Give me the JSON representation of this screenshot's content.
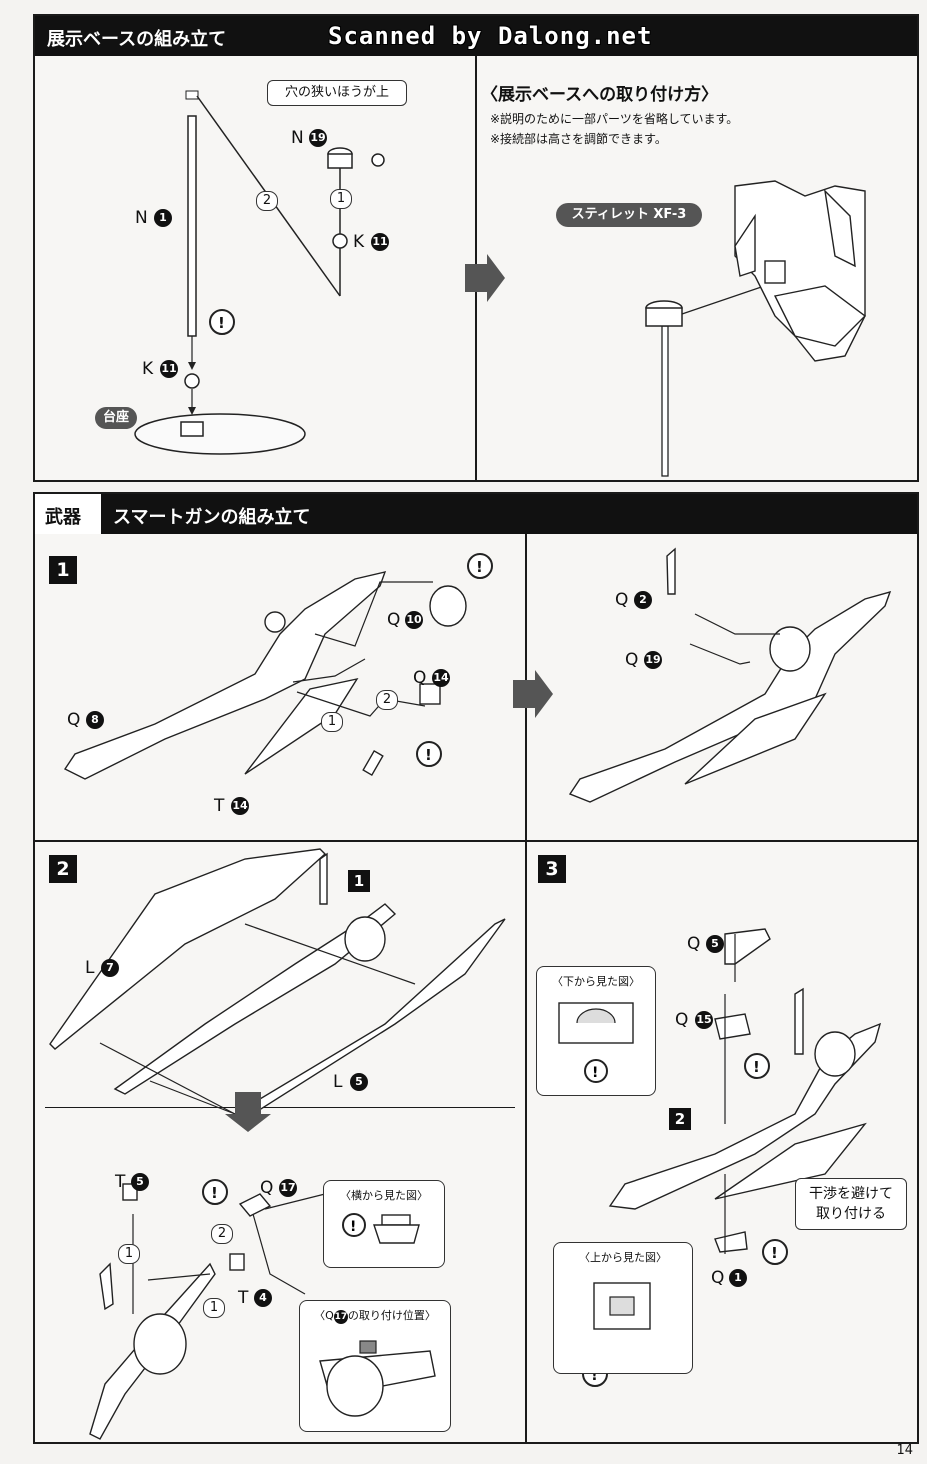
{
  "watermark": "Scanned by Dalong.net",
  "stand_section": {
    "header": "展示ベースの組み立て",
    "label_narrow_up": "穴の狭いほうが上",
    "part_n19_letter": "N",
    "part_n19_num": "19",
    "part_n1_letter": "N",
    "part_n1_num": "1",
    "part_k11_letter": "K",
    "part_k11_num": "11",
    "part_k11b_letter": "K",
    "part_k11b_num": "11",
    "step_2": "2",
    "step_1": "1",
    "base_label": "台座",
    "attach_title": "〈展示ベースへの取り付け方〉",
    "note_1": "※説明のために一部パーツを省略しています。",
    "note_2": "※接続部は高さを調節できます。",
    "character_label": "スティレット XF-3"
  },
  "weapon_section": {
    "tag": "武器",
    "header": "スマートガンの組み立て",
    "step1": {
      "badge": "1",
      "q10_letter": "Q",
      "q10_num": "10",
      "q14_letter": "Q",
      "q14_num": "14",
      "q8_letter": "Q",
      "q8_num": "8",
      "t14_letter": "T",
      "t14_num": "14",
      "seq_1": "1",
      "seq_2": "2",
      "q2_letter": "Q",
      "q2_num": "2",
      "q19_letter": "Q",
      "q19_num": "19"
    },
    "step2": {
      "badge": "2",
      "ref_badge": "1",
      "l7_letter": "L",
      "l7_num": "7",
      "l5_letter": "L",
      "l5_num": "5",
      "t5_letter": "T",
      "t5_num": "5",
      "q17_letter": "Q",
      "q17_num": "17",
      "t4_letter": "T",
      "t4_num": "4",
      "seq_1a": "1",
      "seq_2": "2",
      "seq_1b": "1",
      "side_view": "〈横から見た図〉",
      "q17_position_prefix": "〈Q",
      "q17_position_num": "17",
      "q17_position_suffix": "の取り付け位置〉"
    },
    "step3": {
      "badge": "3",
      "ref_badge": "2",
      "q5_letter": "Q",
      "q5_num": "5",
      "q15_letter": "Q",
      "q15_num": "15",
      "q1_letter": "Q",
      "q1_num": "1",
      "bottom_view": "〈下から見た図〉",
      "top_view": "〈上から見た図〉",
      "avoid_line1": "干渉を避けて",
      "avoid_line2": "取り付ける"
    }
  },
  "page_number": "14"
}
